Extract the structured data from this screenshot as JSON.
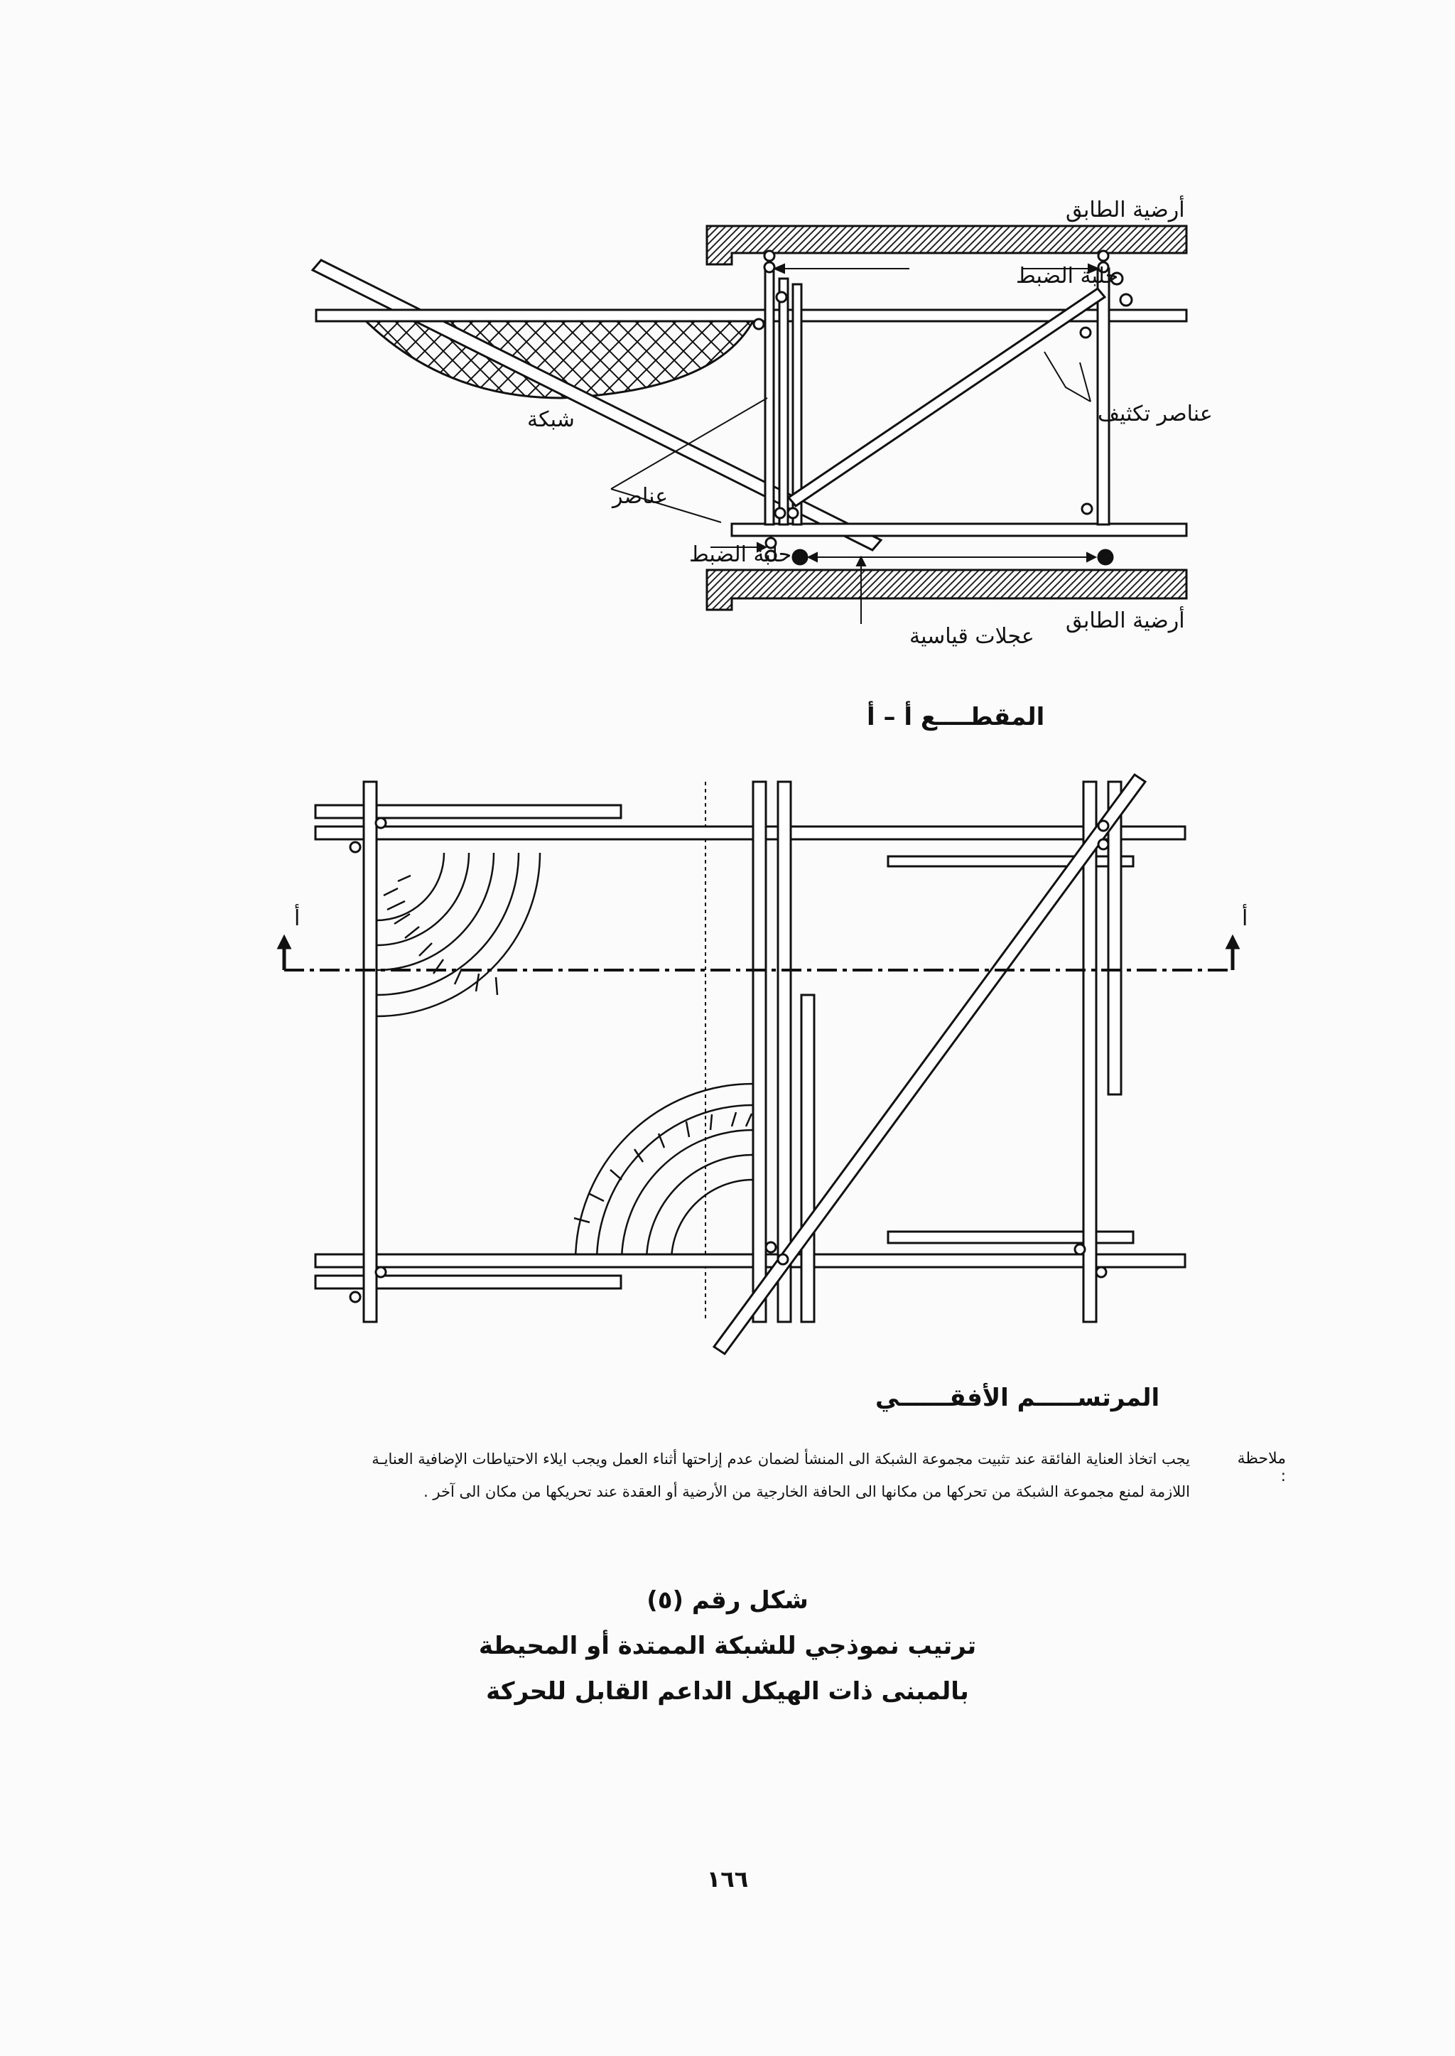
{
  "section_diagram": {
    "title": "المقطــــع أ – أ",
    "labels": {
      "floor_top": "أرضية الطابق",
      "adjust_ring_top": "حلبة الضبط",
      "bracing_elements": "عناصر تكثيف",
      "net": "شبكة",
      "elements": "عناصر",
      "adjust_ring_bottom": "حلبة الضبط",
      "caster_wheels": "عجلات قياسية",
      "floor_bottom": "أرضية الطابق"
    }
  },
  "plan_diagram": {
    "title": "المرتســـــم الأفقــــــي",
    "section_marker_left": "أ",
    "section_marker_right": "أ"
  },
  "note": {
    "label": "ملاحظة :",
    "line1": "يجب اتخاذ العناية الفائقة عند تثبيت مجموعة الشبكة الى المنشأ لضمان عدم إزاحتها أثناء العمل ويجب ايلاء الاحتياطات الإضافية العنايـة",
    "line2": "اللازمة لمنع مجموعة الشبكة من تحركها من مكانها الى الحافة الخارجية من الأرضية أو العقدة عند تحريكها من مكان الى آخر ."
  },
  "caption": {
    "figure_no": "شكل رقم (٥)",
    "line1": "ترتيب نموذجي للشبكة الممتدة أو المحيطة",
    "line2": "بالمبنى ذات الهيكل الداعم القابل للحركة"
  },
  "page_number": "١٦٦"
}
